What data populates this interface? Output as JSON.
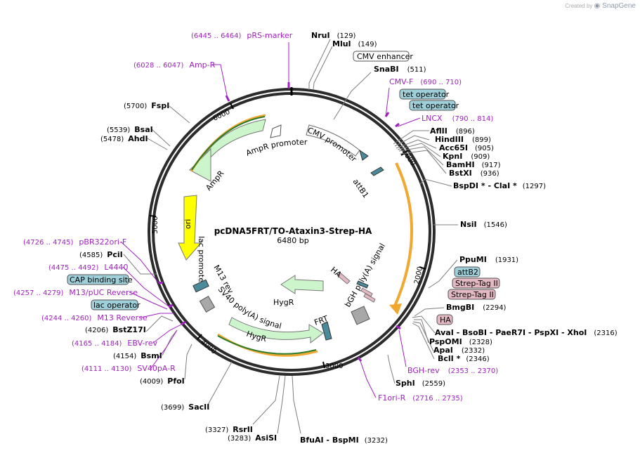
{
  "credit": {
    "prefix": "Created by",
    "brand": "SnapGene"
  },
  "plasmid": {
    "name": "pcDNA5FRT/TO-Ataxin3-Strep-HA",
    "length": "6480 bp"
  },
  "ticks": [
    "1000",
    "2000",
    "3000",
    "4000",
    "5000",
    "6000"
  ],
  "features": {
    "cmv_promoter": "CMV promoter",
    "attb1": "attB1",
    "ampr_promoter": "AmpR promoter",
    "ampr": "AmpR",
    "ori": "ori",
    "lac_promoter": "lac promoter",
    "m13_rev": "M13 rev",
    "sv40_polya": "SV40 poly(A) signal",
    "hygr1": "HygR",
    "hygr2": "HygR",
    "frt": "FRT",
    "ha": "HA",
    "bgh_polya": "bGH poly(A) signal"
  },
  "enzymes": [
    {
      "name": "NruI",
      "pos": "(129)"
    },
    {
      "name": "MluI",
      "pos": "(149)"
    },
    {
      "name": "SnaBI",
      "pos": "(511)"
    },
    {
      "name": "AflII",
      "pos": "(896)"
    },
    {
      "name": "HindIII",
      "pos": "(899)"
    },
    {
      "name": "Acc65I",
      "pos": "(905)"
    },
    {
      "name": "KpnI",
      "pos": "(909)"
    },
    {
      "name": "BamHI",
      "pos": "(917)"
    },
    {
      "name": "BstXI",
      "pos": "(936)"
    },
    {
      "name": "BspDI * - ClaI *",
      "pos": "(1297)"
    },
    {
      "name": "NsiI",
      "pos": "(1546)"
    },
    {
      "name": "PpuMI",
      "pos": "(1931)"
    },
    {
      "name": "BmgBI",
      "pos": "(2294)"
    },
    {
      "name": "AvaI - BsoBI - PaeR7I - PspXI - XhoI",
      "pos": "(2316)"
    },
    {
      "name": "PspOMI",
      "pos": "(2328)"
    },
    {
      "name": "ApaI",
      "pos": "(2332)"
    },
    {
      "name": "BclI *",
      "pos": "(2346)"
    },
    {
      "name": "SphI",
      "pos": "(2559)"
    },
    {
      "name": "BfuAI - BspMI",
      "pos": "(3232)"
    },
    {
      "name": "AsiSI",
      "pos": "(3283)"
    },
    {
      "name": "RsrII",
      "pos": "(3327)"
    },
    {
      "name": "SacII",
      "pos": "(3699)"
    },
    {
      "name": "PfoI",
      "pos": "(4009)"
    },
    {
      "name": "BsmI",
      "pos": "(4154)"
    },
    {
      "name": "BstZ17I",
      "pos": "(4206)"
    },
    {
      "name": "PciI",
      "pos": "(4585)"
    },
    {
      "name": "AhdI",
      "pos": "(5478)"
    },
    {
      "name": "BsaI",
      "pos": "(5539)"
    },
    {
      "name": "FspI",
      "pos": "(5700)"
    }
  ],
  "primers": [
    {
      "name": "pRS-marker",
      "pos": "(6445 .. 6464)"
    },
    {
      "name": "Amp-R",
      "pos": "(6028 .. 6047)"
    },
    {
      "name": "CMV-F",
      "pos": "(690 .. 710)"
    },
    {
      "name": "LNCX",
      "pos": "(790 .. 814)"
    },
    {
      "name": "BGH-rev",
      "pos": "(2353 .. 2370)"
    },
    {
      "name": "F1ori-R",
      "pos": "(2716 .. 2735)"
    },
    {
      "name": "pBR322ori-F",
      "pos": "(4726 .. 4745)"
    },
    {
      "name": "L4440",
      "pos": "(4475 .. 4492)"
    },
    {
      "name": "M13/pUC Reverse",
      "pos": "(4257 .. 4279)"
    },
    {
      "name": "M13 Reverse",
      "pos": "(4244 .. 4260)"
    },
    {
      "name": "EBV-rev",
      "pos": "(4165 .. 4184)"
    },
    {
      "name": "SV40pA-R",
      "pos": "(4111 .. 4130)"
    }
  ],
  "boxes": {
    "cmv_enhancer": "CMV enhancer",
    "tet1": "tet operator",
    "tet2": "tet operator",
    "attb2": "attB2",
    "strep1": "Strep-Tag II",
    "strep2": "Strep-Tag II",
    "ha": "HA",
    "cap": "CAP binding site",
    "lac_op": "lac operator"
  },
  "colors": {
    "ring": "#2b2b2b",
    "primer": "#a020c0",
    "ori": "#ffff00",
    "resistance_marker": "#ccf5cc",
    "origin_arc": "#f0a830",
    "regulatory_box": "#9fcfd9",
    "tag_box": "#e3b9c3"
  }
}
